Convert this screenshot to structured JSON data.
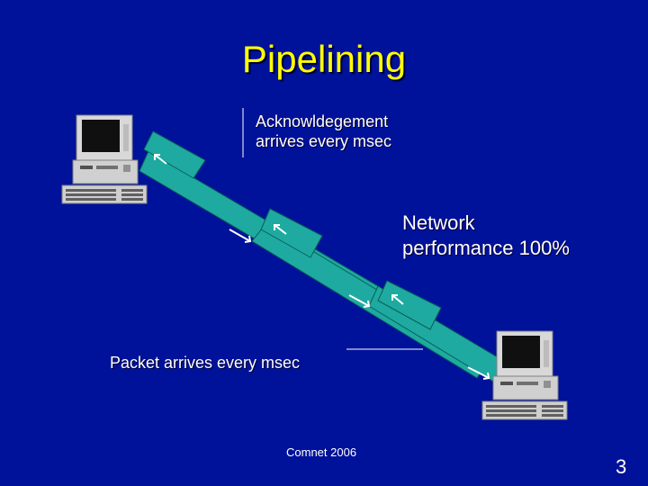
{
  "slide": {
    "title": "Pipelining",
    "ack_label_line1": "Acknowldegement",
    "ack_label_line2": "arrives every msec",
    "network_label_line1": "Network",
    "network_label_line2": "performance 100%",
    "packet_label": "Packet arrives every msec",
    "footer": "Comnet 2006",
    "page_number": "3"
  },
  "colors": {
    "background": "#00129a",
    "title": "#ffff00",
    "channel": "#1eaaa0",
    "text": "#ffffff"
  },
  "icons": [
    "computer-icon",
    "arrow-icon"
  ]
}
